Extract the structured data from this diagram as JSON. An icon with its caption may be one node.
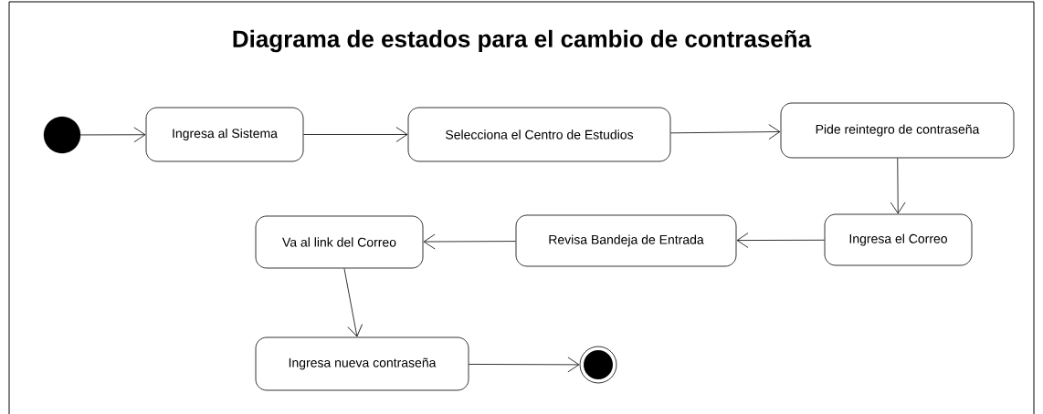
{
  "diagram": {
    "title": "Diagrama de estados para el cambio de contraseña",
    "nodes": [
      {
        "text": [],
        "shape": "circle"
      },
      {
        "text": [
          "Ingresa al Sistema"
        ]
      },
      {
        "text": [
          "Selecciona el Centro de Estudios"
        ]
      },
      {
        "text": [
          "Pide reintegro de contraseña"
        ]
      },
      {
        "text": [
          "Ingresa el Correo"
        ]
      },
      {
        "text": [
          "Revisa Bandeja de Entrada"
        ]
      },
      {
        "text": [
          "Va al link del Correo"
        ]
      },
      {
        "text": [
          "Ingresa nueva contraseña"
        ]
      },
      {
        "text": [],
        "shape": "final"
      }
    ],
    "edges": [
      {
        "from": 0,
        "to": 1,
        "arrow": "to"
      },
      {
        "from": 1,
        "to": 2,
        "arrow": "to"
      },
      {
        "from": 2,
        "to": 3,
        "arrow": "to"
      },
      {
        "from": 3,
        "to": 4,
        "arrow": "to"
      },
      {
        "from": 4,
        "to": 5,
        "arrow": "to"
      },
      {
        "from": 5,
        "to": 6,
        "arrow": "to"
      },
      {
        "from": 6,
        "to": 7,
        "arrow": "to"
      },
      {
        "from": 7,
        "to": 8,
        "arrow": "to"
      }
    ]
  }
}
